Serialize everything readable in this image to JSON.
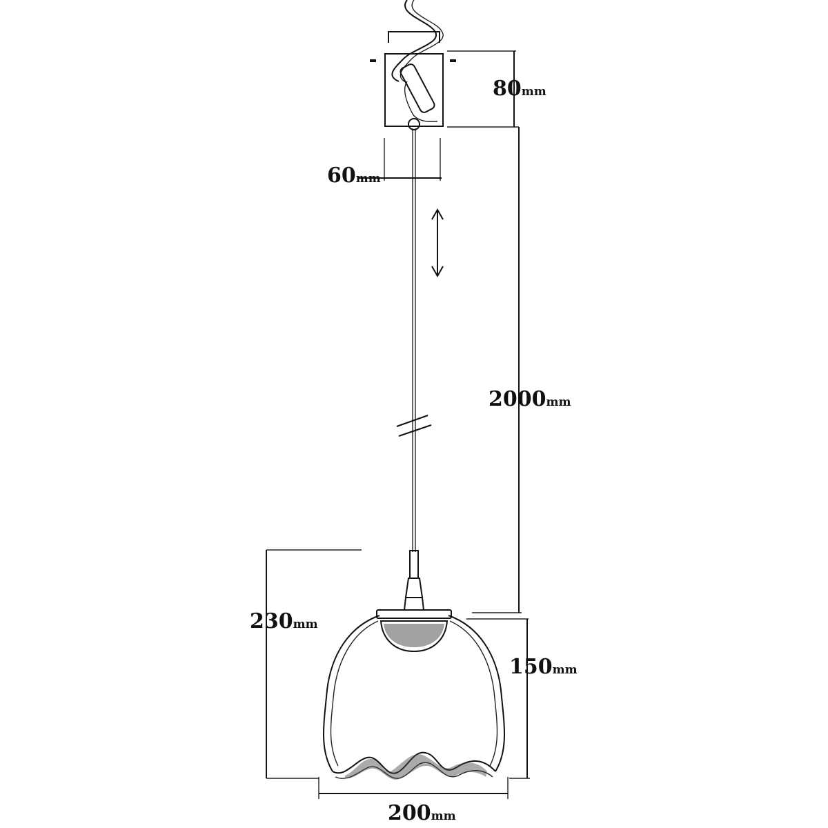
{
  "dimensions": {
    "canopy_height": {
      "value": "80",
      "unit": "mm"
    },
    "canopy_width": {
      "value": "60",
      "unit": "mm"
    },
    "cable_length": {
      "value": "2000",
      "unit": "mm"
    },
    "total_height": {
      "value": "230",
      "unit": "mm"
    },
    "shade_height": {
      "value": "150",
      "unit": "mm"
    },
    "shade_diameter": {
      "value": "200",
      "unit": "mm"
    }
  }
}
